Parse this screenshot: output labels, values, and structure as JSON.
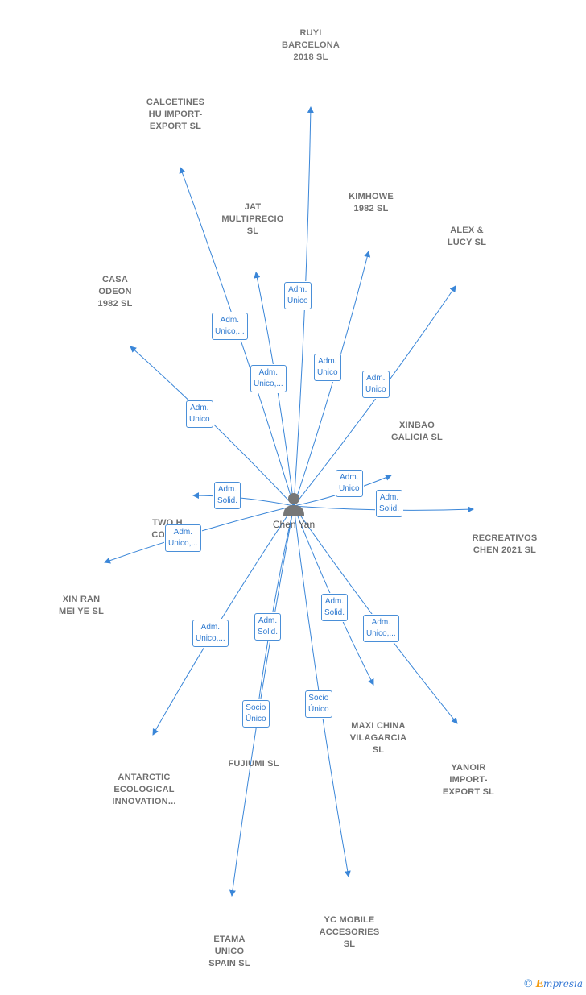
{
  "center": {
    "name": "Chen Yan",
    "icon": "person-icon"
  },
  "colors": {
    "edge": "#3a86d8",
    "building": "#707070",
    "highlight": "#f26a3c"
  },
  "companies": [
    {
      "id": "ruyi",
      "label": "RUYI\nBARCELONA\n2018  SL",
      "highlight": true
    },
    {
      "id": "calcetines",
      "label": "CALCETINES\nHU IMPORT-\nEXPORT  SL"
    },
    {
      "id": "jat",
      "label": "JAT\nMULTIPRECIO\nSL"
    },
    {
      "id": "kimhowe",
      "label": "KIMHOWE\n1982  SL"
    },
    {
      "id": "alex",
      "label": "ALEX &\nLUCY SL"
    },
    {
      "id": "casa",
      "label": "CASA\nODEON\n1982  SL"
    },
    {
      "id": "xinbao",
      "label": "XINBAO\nGALICIA  SL"
    },
    {
      "id": "twoh",
      "label": "TWO H\nCOFF..."
    },
    {
      "id": "recreativos",
      "label": "RECREATIVOS\nCHEN 2021  SL"
    },
    {
      "id": "xinran",
      "label": "XIN RAN\nMEI YE  SL"
    },
    {
      "id": "maxi",
      "label": "MAXI CHINA\nVILAGARCIA\nSL"
    },
    {
      "id": "yanoir",
      "label": "YANOIR\nIMPORT-\nEXPORT SL"
    },
    {
      "id": "fujiumi",
      "label": "FUJIUMI  SL"
    },
    {
      "id": "antarctic",
      "label": "ANTARCTIC\nECOLOGICAL\nINNOVATION..."
    },
    {
      "id": "etama",
      "label": "ETAMA\nUNICO\nSPAIN  SL"
    },
    {
      "id": "ycmobile",
      "label": "YC MOBILE\nACCESORIES\nSL"
    }
  ],
  "edges": [
    {
      "to": "ruyi",
      "label": "Adm.\nUnico"
    },
    {
      "to": "calcetines",
      "label": "Adm.\nUnico,..."
    },
    {
      "to": "jat",
      "label": "Adm.\nUnico,..."
    },
    {
      "to": "kimhowe",
      "label": "Adm.\nUnico"
    },
    {
      "to": "alex",
      "label": "Adm.\nUnico"
    },
    {
      "to": "casa",
      "label": "Adm.\nUnico"
    },
    {
      "to": "xinbao",
      "label": "Adm.\nUnico"
    },
    {
      "to": "twoh",
      "label": "Adm.\nSolid."
    },
    {
      "to": "recreativos",
      "label": "Adm.\nSolid."
    },
    {
      "to": "xinran",
      "label": "Adm.\nUnico,..."
    },
    {
      "to": "maxi",
      "label": "Adm.\nSolid."
    },
    {
      "to": "yanoir",
      "label": "Adm.\nUnico,..."
    },
    {
      "to": "fujiumi",
      "label": "Socio\nÚnico"
    },
    {
      "to": "antarctic",
      "label": "Adm.\nUnico,..."
    },
    {
      "to": "etama",
      "label": "Adm.\nSolid."
    },
    {
      "to": "ycmobile",
      "label": "Socio\nÚnico"
    }
  ],
  "brand": {
    "symbol": "©",
    "first": "E",
    "rest": "mpresia"
  }
}
